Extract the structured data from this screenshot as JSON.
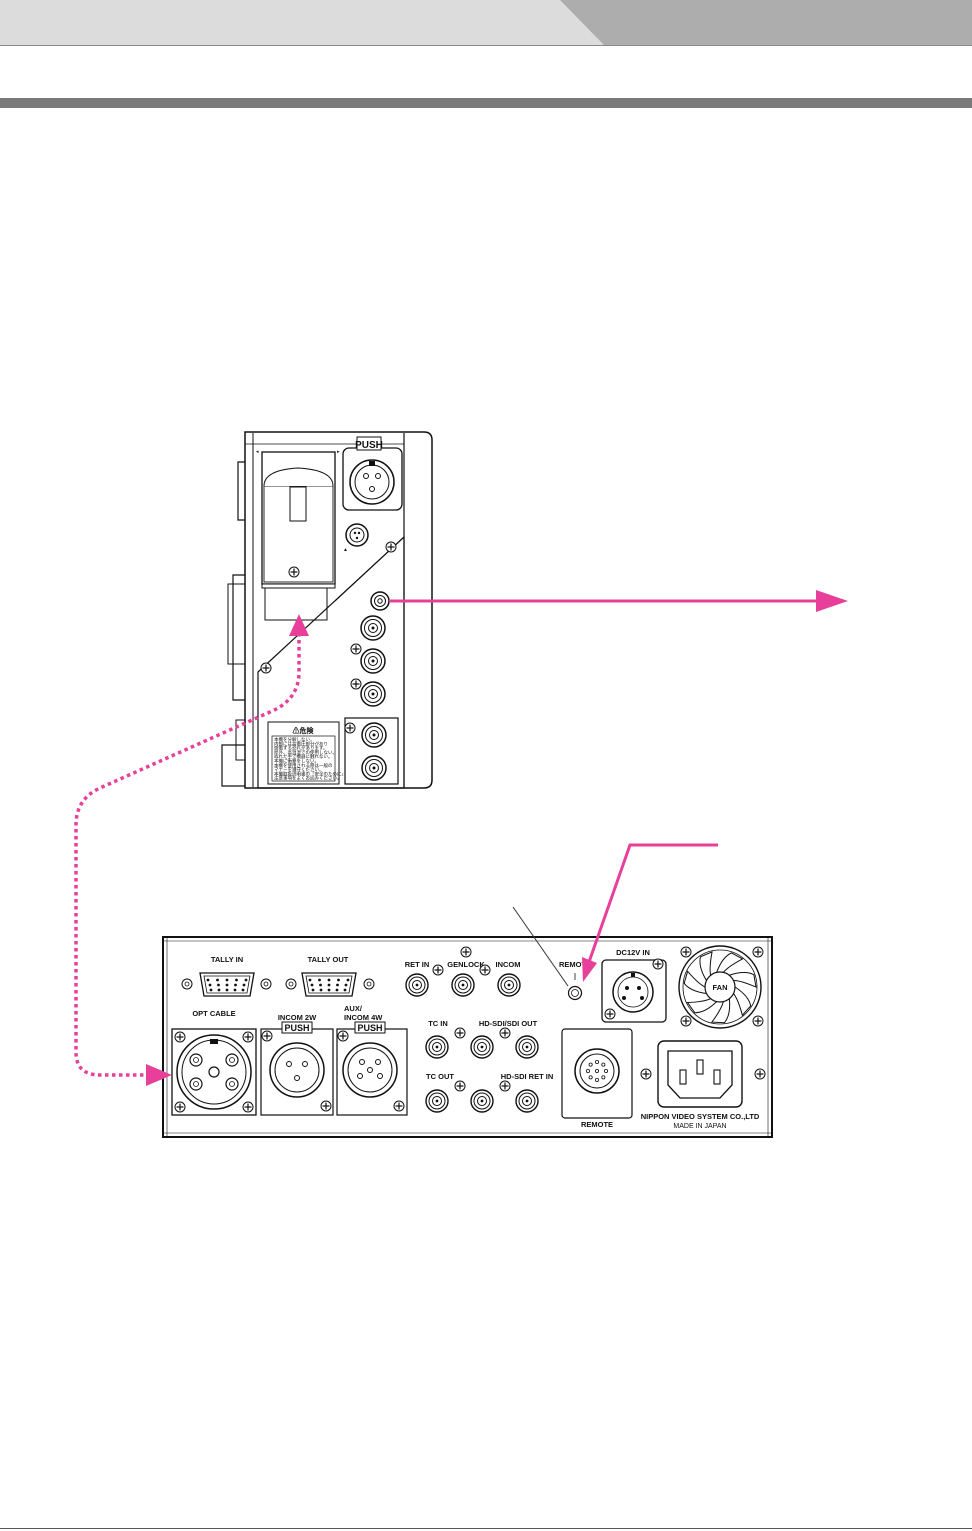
{
  "colors": {
    "accent": "#e8409a",
    "header_light": "#dcdcdc",
    "header_dark": "#adadad",
    "rule": "#7a7a7a"
  },
  "head_unit": {
    "push_label": "PUSH",
    "caution_title": "⚠危険",
    "caution_lines": [
      "本機を分解しない。",
      "内部には高電圧部分があり",
      "感電する恐れがあります。",
      "屋外、高温湿での使用しない。",
      "ぬれた手で機器に触れない。",
      "本機に衝撃をしない。",
      "本機を使用される際は一般の",
      "マナーを遵守ください。",
      "本機取扱説明書の「安全のために」",
      "注意事項をよくお読みください。"
    ]
  },
  "base_unit": {
    "labels": {
      "tally_in": "TALLY IN",
      "tally_out": "TALLY OUT",
      "ret_in": "RET IN",
      "genlock": "GENLOCK",
      "incom": "INCOM",
      "remote_top": "REMOTE",
      "dc12v_in": "DC12V IN",
      "fan": "FAN",
      "opt_cable": "OPT CABLE",
      "incom_2w": "INCOM 2W",
      "aux": "AUX/",
      "incom_4w": "INCOM 4W",
      "push": "PUSH",
      "tc_in": "TC IN",
      "hd_sdi_out": "HD-SDI/SDI OUT",
      "tc_out": "TC OUT",
      "hd_sdi_ret_in": "HD-SDI RET IN",
      "remote_bottom": "REMOTE",
      "manufacturer": "NIPPON VIDEO SYSTEM CO.,LTD",
      "made_in": "MADE IN JAPAN"
    }
  }
}
